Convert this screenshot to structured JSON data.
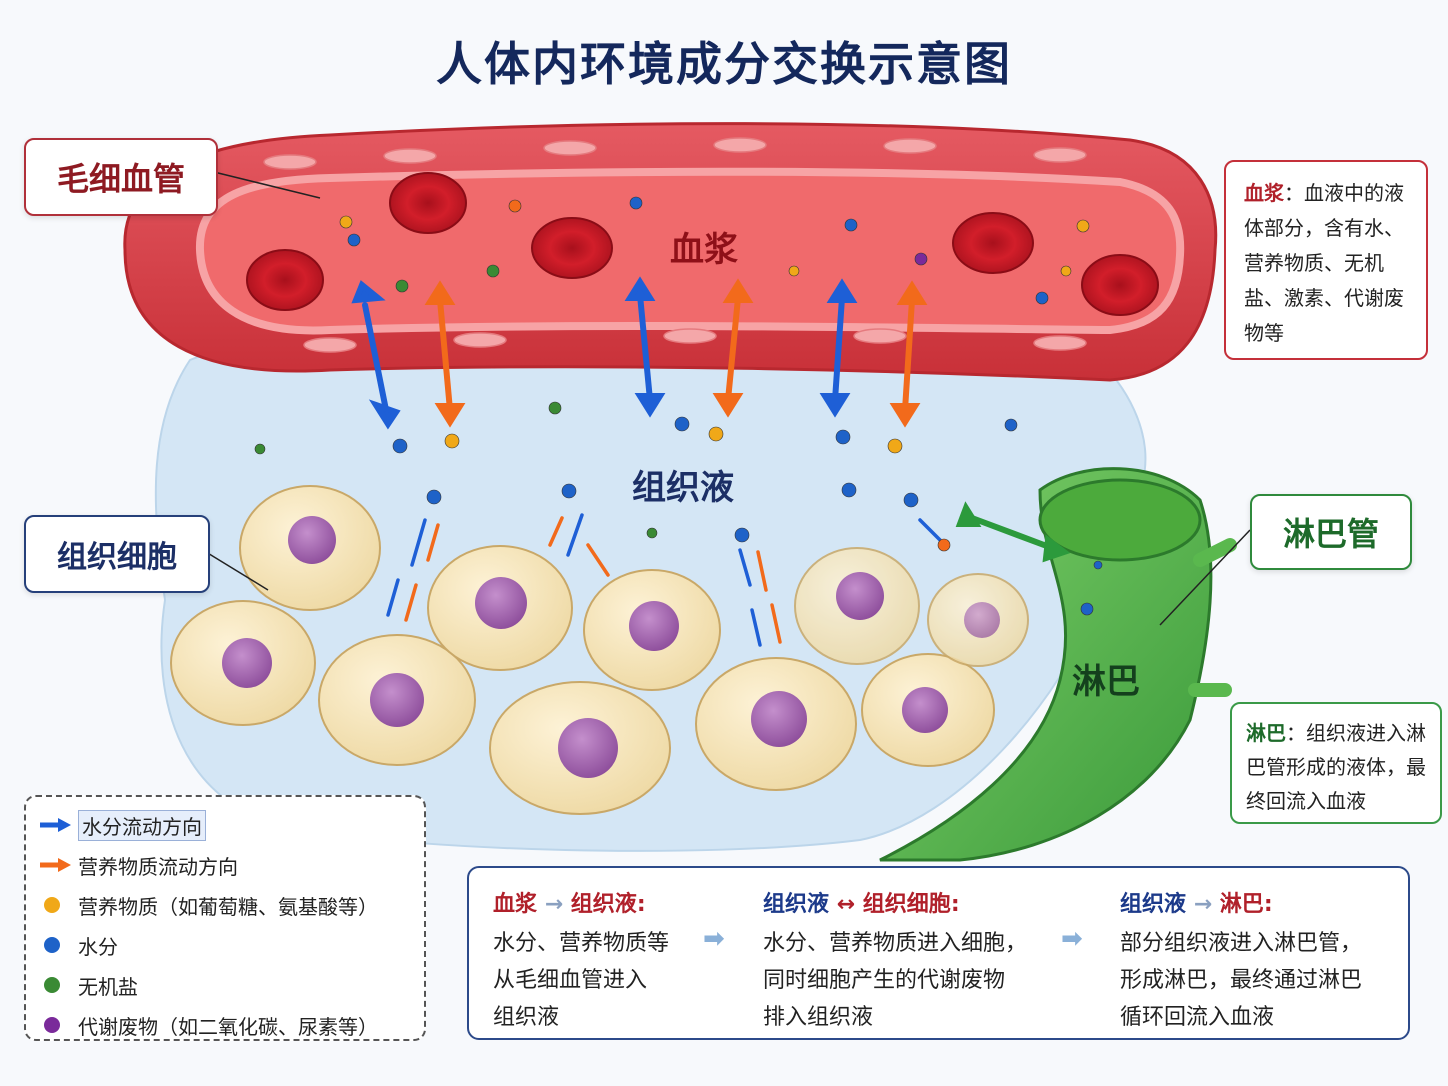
{
  "title": "人体内环境成分交换示意图",
  "labels": {
    "capillary": "毛细血管",
    "tissue_cell": "组织细胞",
    "lymph_vessel": "淋巴管",
    "plasma": "血浆",
    "tissue_fluid": "组织液",
    "lymph": "淋巴"
  },
  "notes": {
    "plasma": {
      "term": "血浆",
      "colon": "：",
      "text": "血液中的液体部分，含有水、营养物质、无机盐、激素、代谢废物等"
    },
    "lymph": {
      "term": "淋巴",
      "colon": "：",
      "text": "组织液进入淋巴管形成的液体，最终回流入血液"
    }
  },
  "legend": {
    "items": [
      {
        "kind": "arrow",
        "color": "#1e5fd6",
        "label": "水分流动方向"
      },
      {
        "kind": "arrow",
        "color": "#f26a1b",
        "label": "营养物质流动方向"
      },
      {
        "kind": "dot",
        "color": "#f0a818",
        "label": "营养物质（如葡萄糖、氨基酸等）"
      },
      {
        "kind": "dot",
        "color": "#1e62c8",
        "label": "水分"
      },
      {
        "kind": "dot",
        "color": "#3a8a34",
        "label": "无机盐"
      },
      {
        "kind": "dot",
        "color": "#7a2a9a",
        "label": "代谢废物（如二氧化碳、尿素等）"
      }
    ]
  },
  "summary": {
    "col1": {
      "from": "血浆",
      "arrow": "→",
      "to": "组织液",
      "colon": ":",
      "lines": [
        "水分、营养物质等",
        "从毛细血管进入",
        "组织液"
      ]
    },
    "col2": {
      "from": "组织液",
      "arrow": "↔",
      "to": "组织细胞",
      "colon": ":",
      "lines": [
        "水分、营养物质进入细胞，",
        "同时细胞产生的代谢废物",
        "排入组织液"
      ]
    },
    "col3": {
      "from": "组织液",
      "arrow": "→",
      "to": "淋巴",
      "colon": ":",
      "lines": [
        "部分组织液进入淋巴管，",
        "形成淋巴，最终通过淋巴",
        "循环回流入血液"
      ]
    },
    "separator": "➡"
  },
  "colors": {
    "capillary": "#e0474f",
    "plasma": "#f06a6c",
    "tissue_fluid": "#d3e6f5",
    "cell": "#f5e3b8",
    "nucleus": "#a66ab0",
    "lymph_vessel": "#5ab84e",
    "water_arrow": "#1e5fd6",
    "nutrient_arrow": "#f26a1b"
  }
}
